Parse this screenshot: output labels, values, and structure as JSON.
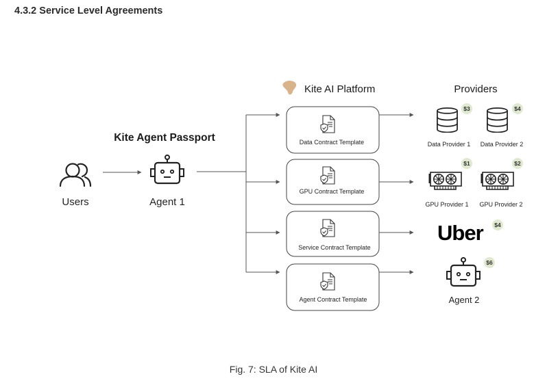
{
  "section_title": "4.3.2 Service Level Agreements",
  "users_label": "Users",
  "passport_title": "Kite Agent Passport",
  "agent1_label": "Agent 1",
  "platform_title": "Kite AI Platform",
  "providers_title": "Providers",
  "templates": [
    "Data Contract Template",
    "GPU Contract Template",
    "Service Contract Template",
    "Agent Contract Template"
  ],
  "data_providers": [
    {
      "label": "Data Provider 1",
      "price": "$3"
    },
    {
      "label": "Data Provider 2",
      "price": "$4"
    }
  ],
  "gpu_providers": [
    {
      "label": "GPU Provider 1",
      "price": "$1"
    },
    {
      "label": "GPU Provider 2",
      "price": "$2"
    }
  ],
  "uber": {
    "wordmark": "Uber",
    "price": "$4"
  },
  "agent2": {
    "label": "Agent 2",
    "price": "$6"
  },
  "caption": "Fig. 7: SLA of Kite AI",
  "colors": {
    "price_badge": "#dfe9cf",
    "line": "#555555",
    "box_border": "#444444"
  }
}
